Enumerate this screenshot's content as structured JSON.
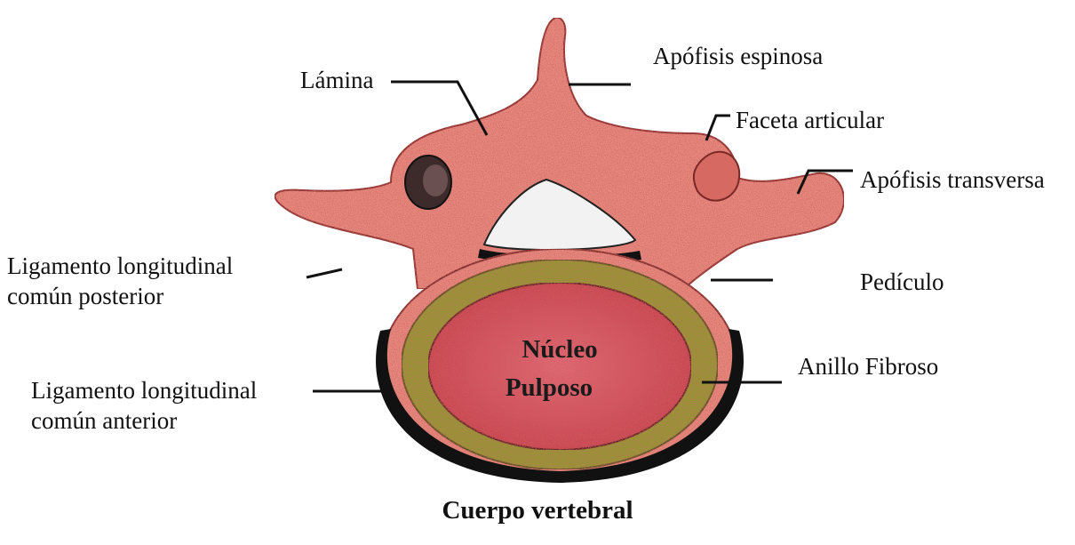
{
  "labels": {
    "lamina": "Lámina",
    "apofisis_espinosa": "Apófisis espinosa",
    "faceta_articular": "Faceta articular",
    "apofisis_transversa": "Apófisis transversa",
    "ligamento_posterior": [
      "Ligamento longitudinal",
      "común posterior"
    ],
    "pediculo": "Pedículo",
    "anillo_fibroso": "Anillo Fibroso",
    "ligamento_anterior": [
      "Ligamento longitudinal",
      "común anterior"
    ],
    "nucleo_pulposo": [
      "Núcleo",
      "Pulposo"
    ]
  },
  "caption": "Cuerpo vertebral",
  "colors": {
    "bone": "#ea8a7f",
    "bone_dark": "#c9574e",
    "annulus": "#8f9a2c",
    "nucleus": "#d94f5c",
    "canal": "#f2f2f2",
    "outline": "#111111"
  }
}
